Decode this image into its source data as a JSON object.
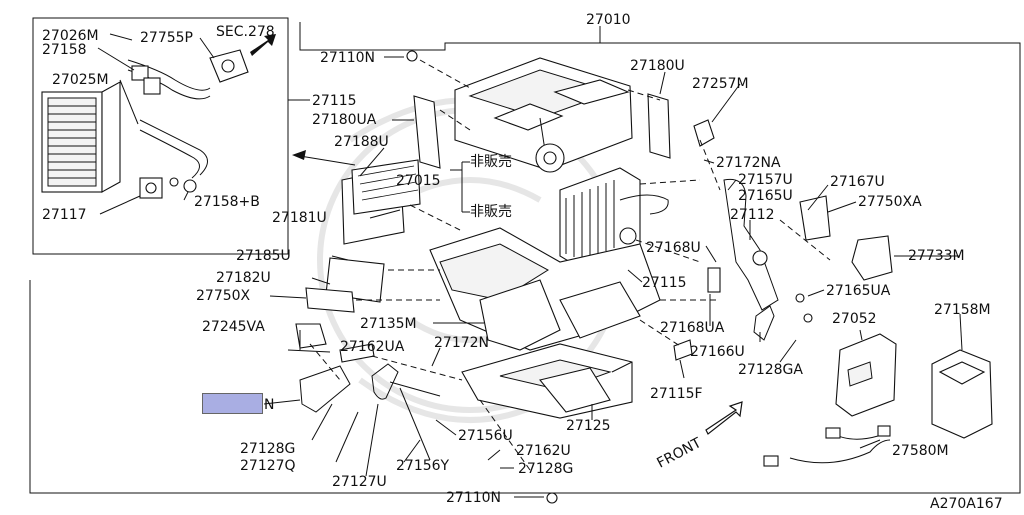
{
  "diagram": {
    "ref_code": "A270A167",
    "highlight_suffix": "N",
    "front_label": "FRONT",
    "labels": {
      "p27010": "27010",
      "p27110n_top": "27110N",
      "p27110n_bottom": "27110N",
      "p27026m": "27026M",
      "p27158": "27158",
      "p27755p": "27755P",
      "sec278": "SEC.278",
      "p27025m": "27025M",
      "p27115_inset": "27115",
      "p27117": "27117",
      "p27158b": "27158+B",
      "p27180u": "27180U",
      "p27257m": "27257M",
      "p27180ua": "27180UA",
      "p27188u": "27188U",
      "p27172na": "27172NA",
      "p27015": "27015",
      "hihanbai1": "非販売",
      "hihanbai2": "非販売",
      "p27181u": "27181U",
      "p27157u": "27157U",
      "p27167u": "27167U",
      "p27165u": "27165U",
      "p27750xa": "27750XA",
      "p27112": "27112",
      "p27733m": "27733M",
      "p27168u": "27168U",
      "p27185u": "27185U",
      "p27182u": "27182U",
      "p27115_mid": "27115",
      "p27165ua": "27165UA",
      "p27750x": "27750X",
      "p27158m": "27158M",
      "p27135m": "27135M",
      "p27052": "27052",
      "p27168ua": "27168UA",
      "p27245va": "27245VA",
      "p27162ua": "27162UA",
      "p27172n": "27172N",
      "p27166u": "27166U",
      "p27128ga": "27128GA",
      "p27115f": "27115F",
      "p27125": "27125",
      "p27156u": "27156U",
      "p27128g_left": "27128G",
      "p27162u": "27162U",
      "p27127q": "27127Q",
      "p27156y": "27156Y",
      "p27580m": "27580M",
      "p27128g_bottom": "27128G",
      "p27127u": "27127U"
    }
  }
}
